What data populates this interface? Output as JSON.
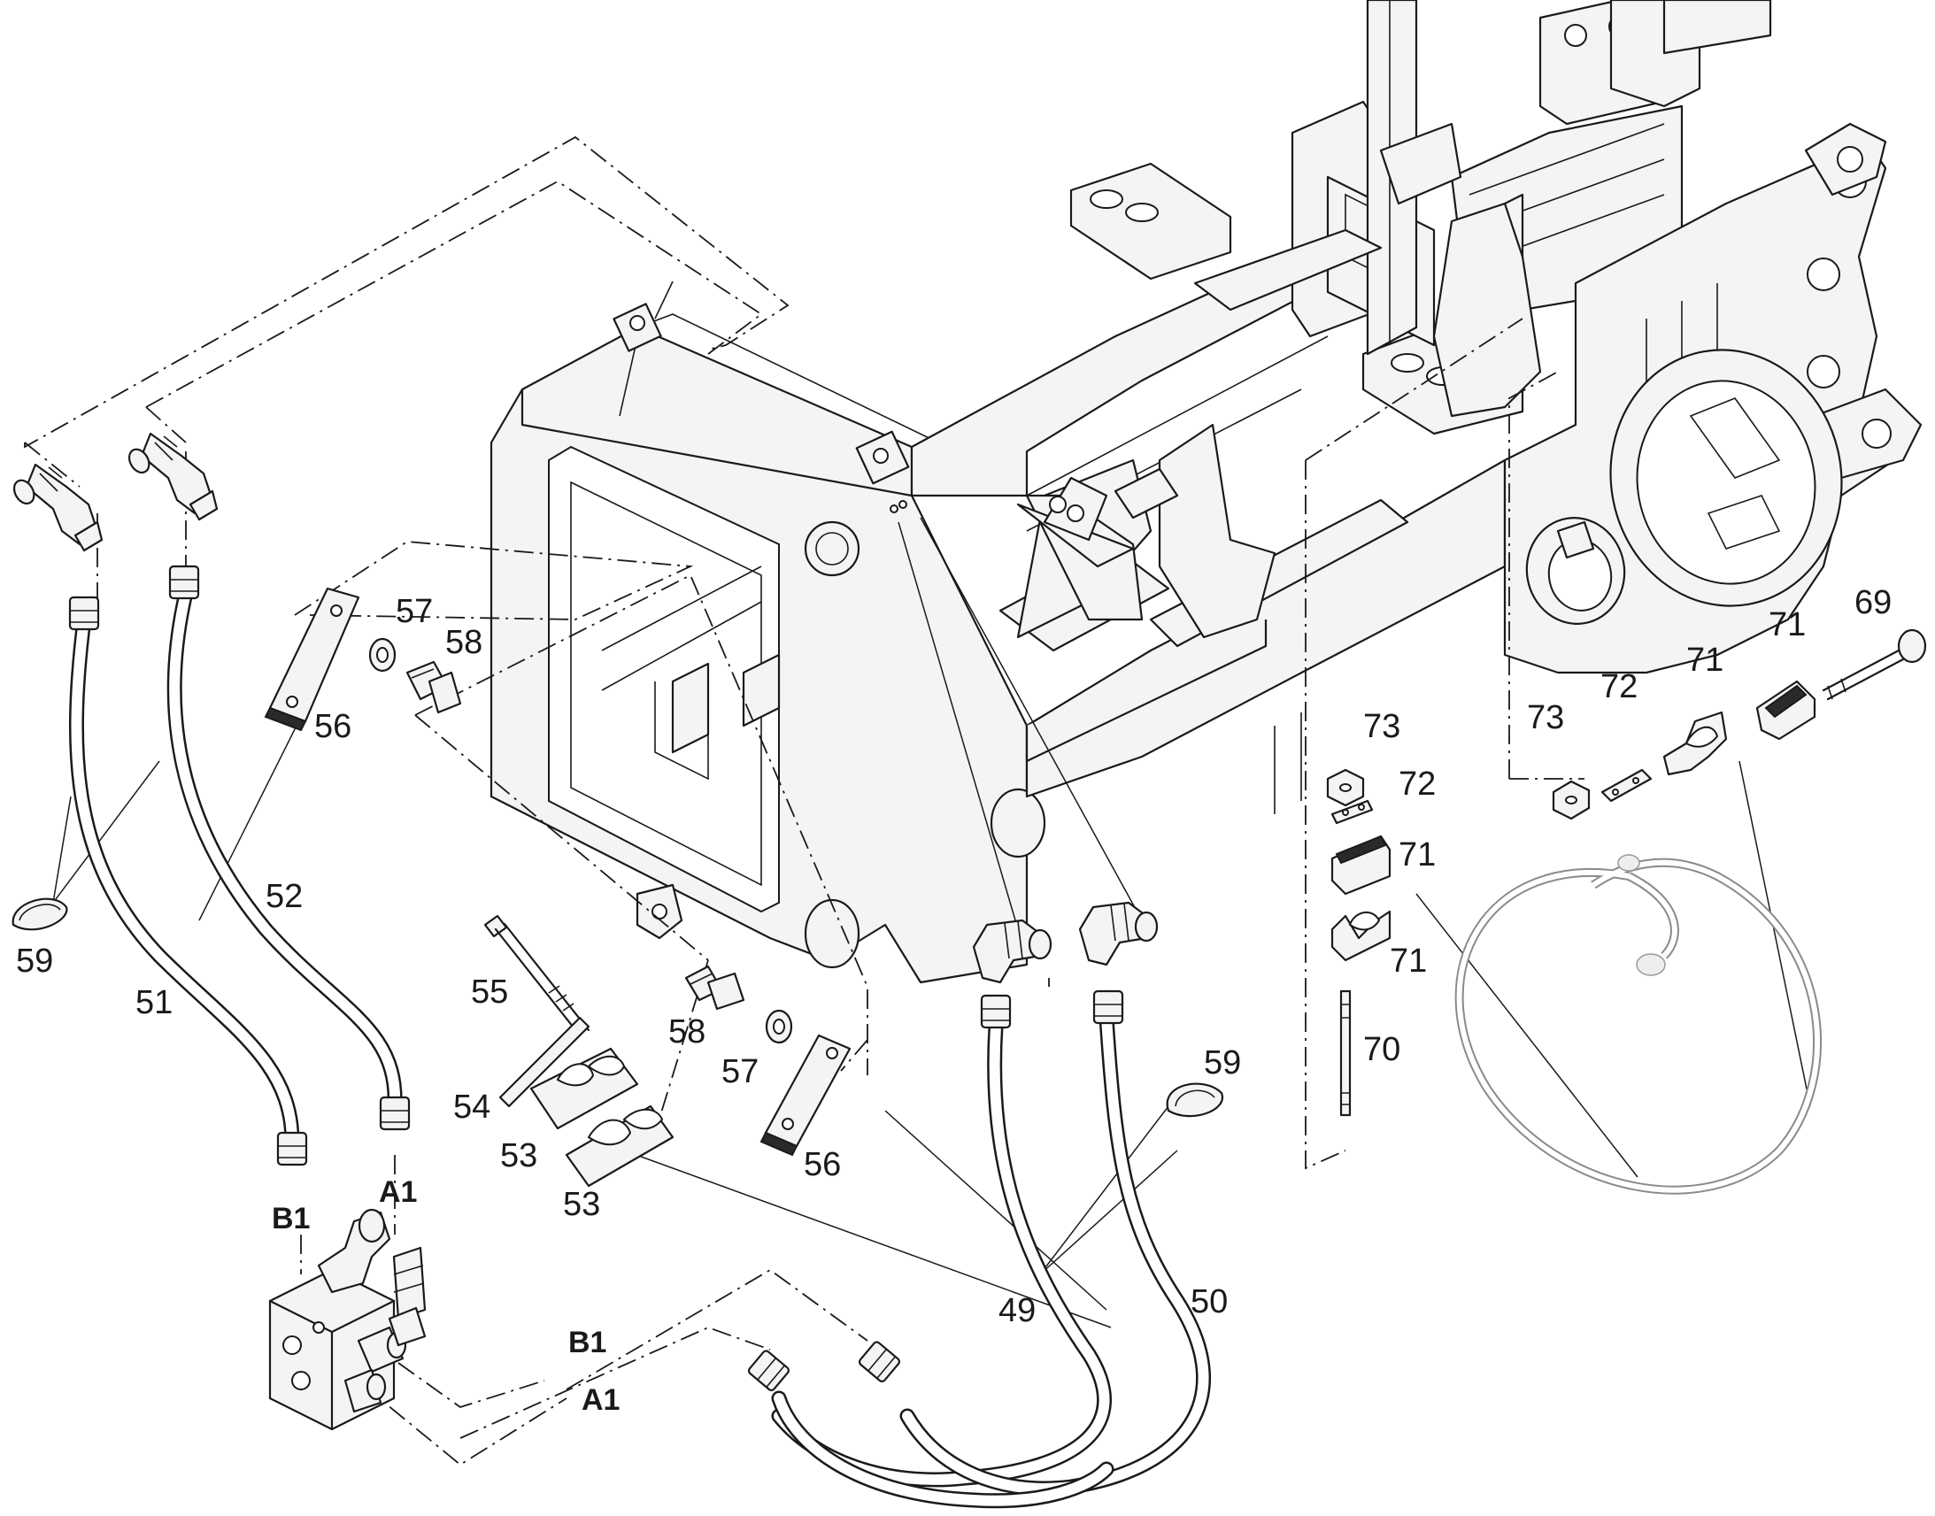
{
  "diagram": {
    "part_labels": {
      "p49": "49",
      "p50": "50",
      "p51": "51",
      "p52": "52",
      "p53a": "53",
      "p53b": "53",
      "p54": "54",
      "p55": "55",
      "p56a": "56",
      "p56b": "56",
      "p57a": "57",
      "p57b": "57",
      "p58a": "58",
      "p58b": "58",
      "p59a": "59",
      "p59b": "59",
      "p69": "69",
      "p70": "70",
      "p71a": "71",
      "p71b": "71",
      "p71c": "71",
      "p71d": "71",
      "p72a": "72",
      "p72b": "72",
      "p73a": "73",
      "p73b": "73"
    },
    "port_labels": {
      "b1_valve": "B1",
      "a1_valve": "A1",
      "b1_route": "B1",
      "a1_route": "A1"
    }
  }
}
